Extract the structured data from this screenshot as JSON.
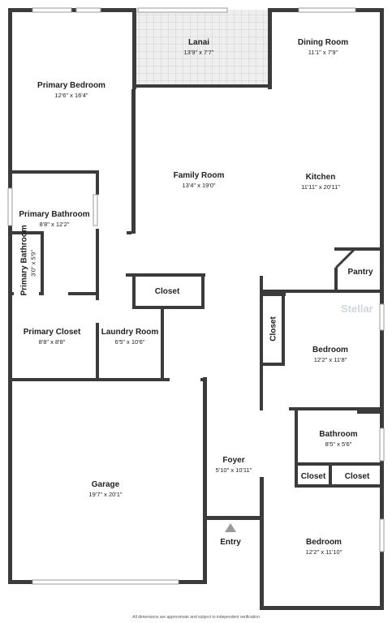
{
  "rooms": {
    "primary_bedroom": {
      "name": "Primary Bedroom",
      "dims": "12'6\" x 16'4\""
    },
    "lanai": {
      "name": "Lanai",
      "dims": "13'9\" x 7'7\""
    },
    "dining_room": {
      "name": "Dining Room",
      "dims": "11'1\" x 7'9\""
    },
    "family_room": {
      "name": "Family Room",
      "dims": "13'4\" x 19'0\""
    },
    "kitchen": {
      "name": "Kitchen",
      "dims": "11'11\" x 20'11\""
    },
    "primary_bathroom": {
      "name": "Primary Bathroom",
      "dims": "8'8\" x 12'2\""
    },
    "primary_bathroom_small": {
      "name": "Primary Bathroom",
      "dims": "3'0\" x 5'9\""
    },
    "pantry": {
      "name": "Pantry"
    },
    "closet_center": {
      "name": "Closet"
    },
    "closet_bedroom": {
      "name": "Closet"
    },
    "bedroom_right": {
      "name": "Bedroom",
      "dims": "12'2\" x 11'8\""
    },
    "primary_closet": {
      "name": "Primary Closet",
      "dims": "8'8\" x 8'8\""
    },
    "laundry_room": {
      "name": "Laundry Room",
      "dims": "6'5\" x 10'6\""
    },
    "bathroom": {
      "name": "Bathroom",
      "dims": "8'5\" x 5'6\""
    },
    "closet_a": {
      "name": "Closet"
    },
    "closet_b": {
      "name": "Closet"
    },
    "foyer": {
      "name": "Foyer",
      "dims": "5'10\" x 10'11\""
    },
    "garage": {
      "name": "Garage",
      "dims": "19'7\" x 20'1\""
    },
    "entry": {
      "name": "Entry"
    },
    "bedroom_bottom": {
      "name": "Bedroom",
      "dims": "12'2\" x 11'10\""
    }
  },
  "disclaimer": "All dimensions are approximate and subject to independent verification",
  "watermark": "Stellar",
  "colors": {
    "wall": "#3b3b3b",
    "lanai_fill": "#e9e9e9",
    "entry_marker": "#9a9a9a"
  }
}
